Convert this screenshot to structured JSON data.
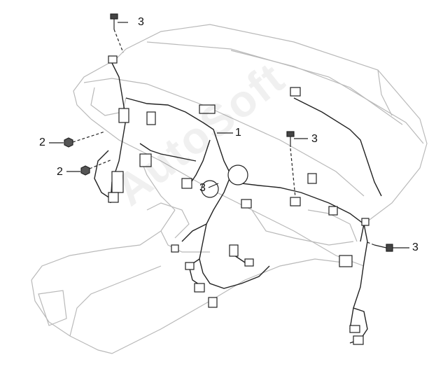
{
  "diagram": {
    "watermark": "AutoSoft",
    "callouts": {
      "harness": "1",
      "nut_upper": "2",
      "nut_lower": "2",
      "bolt_top": "3",
      "bolt_center_right": "3",
      "bolt_center": "3",
      "bolt_right": "3"
    }
  }
}
